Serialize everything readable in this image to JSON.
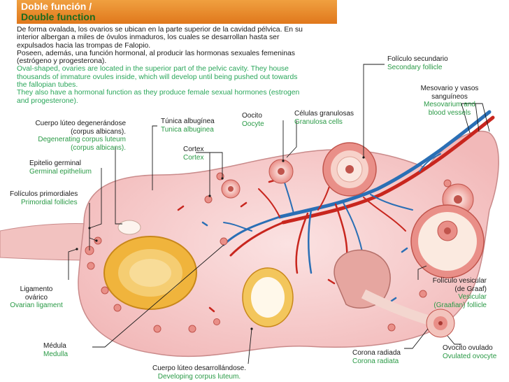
{
  "header": {
    "title_es": "Doble función /",
    "title_en": "Double function"
  },
  "intro": {
    "es_lines": [
      "De forma ovalada, los ovarios se ubican en la parte superior de la cavidad pélvica. En su",
      "interior albergan a miles de óvulos inmaduros, los cuales se desarrollan hasta ser",
      "expulsados hacia las trompas de Falopio.",
      "Poseen, además, una función hormonal, al producir las hormonas sexuales femeninas",
      "(estrógeno y progesterona)."
    ],
    "en_lines": [
      "Oval-shaped, ovaries are located in the superior part of the pelvic cavity. They house",
      "thousands of immature ovules inside, which will develop until being pushed out towards",
      "the fallopian tubes.",
      "They also have a hormonal function as they produce female sexual hormones (estrogen",
      "and progesterone)."
    ]
  },
  "labels": {
    "foliculo_secundario": {
      "es": "Folículo secundario",
      "en": "Secondary follicle"
    },
    "mesovario": {
      "es1": "Mesovario y vasos",
      "es2": "sanguíneos",
      "en1": "Mesovarium and",
      "en2": "blood vessels"
    },
    "cuerpo_luteo_degenerandose": {
      "es1": "Cuerpo lúteo degenerándose",
      "es2": "(corpus albicans).",
      "en1": "Degenerating corpus luteum",
      "en2": "(corpus albicans)."
    },
    "tunica_albuginea": {
      "es": "Túnica albugínea",
      "en": "Tunica albuginea"
    },
    "oocito": {
      "es": "Oocito",
      "en": "Oocyte"
    },
    "celulas_granulosas": {
      "es": "Células granulosas",
      "en": "Granulosa cells"
    },
    "cortex": {
      "es": "Cortex",
      "en": "Cortex"
    },
    "epitelio_germinal": {
      "es": "Epitelio germinal",
      "en": "Germinal epithelium"
    },
    "foliculos_primordiales": {
      "es": "Folículos primordiales",
      "en": "Primordial follicles"
    },
    "ligamento_ovarico": {
      "es1": "Ligamento",
      "es2": "ovárico",
      "en": "Ovarian ligament"
    },
    "foliculo_vesicular": {
      "es1": "Folículo vesicular",
      "es2": "(de Graaf)",
      "en1": "Vesicular",
      "en2": "(Graafian) follicle"
    },
    "medula": {
      "es": "Médula",
      "en": "Medulla"
    },
    "corona_radiada": {
      "es": "Corona radiada",
      "en": "Corona radiata"
    },
    "ovocito_ovulado": {
      "es": "Ovocito ovulado",
      "en": "Ovulated ovocyte"
    },
    "cuerpo_luteo_desarrollandose": {
      "es": "Cuerpo lúteo desarrollándose.",
      "en": "Developing corpus luteum."
    }
  },
  "colors": {
    "ovary_fill": "#f6c7c7",
    "ovary_stroke": "#c98a8a",
    "artery": "#c8261e",
    "vein": "#2a6fb5",
    "corpus_luteum": "#f0b43c",
    "english_text": "#2a9a46"
  }
}
